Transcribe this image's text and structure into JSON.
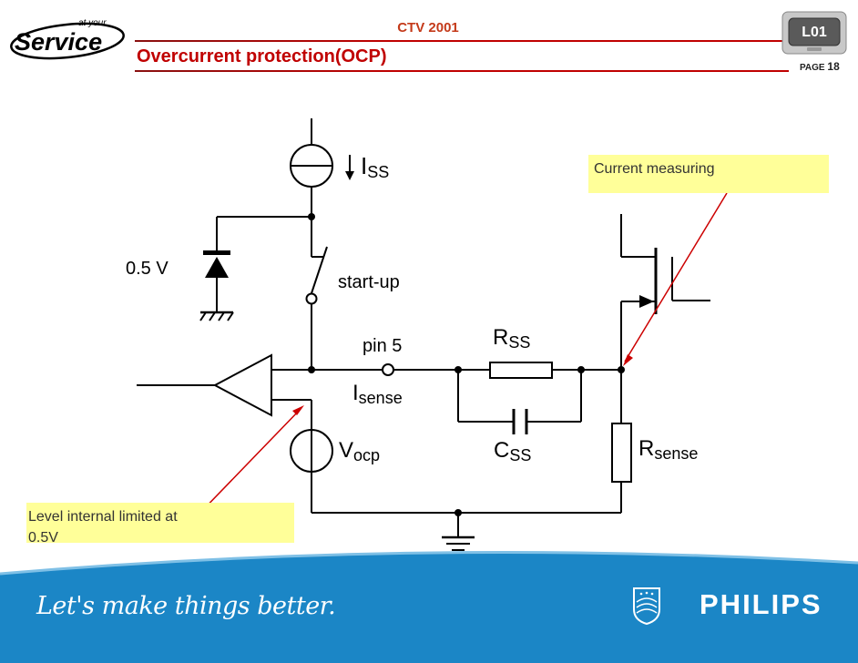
{
  "header": {
    "logo_small": "at your",
    "logo_main": "Service",
    "top_title": "CTV 2001",
    "title": "Overcurrent protection(OCP)",
    "badge": "L01",
    "page_label": "PAGE",
    "page_number": "18"
  },
  "circuit": {
    "iss": {
      "main": "I",
      "sub": "SS"
    },
    "voltage": "0.5 V",
    "startup": "start-up",
    "pin": "pin 5",
    "isense": {
      "main": "I",
      "sub": "sense"
    },
    "rss": {
      "main": "R",
      "sub": "SS"
    },
    "css": {
      "main": "C",
      "sub": "SS"
    },
    "vocp": {
      "main": "V",
      "sub": "ocp"
    },
    "rsense": {
      "main": "R",
      "sub": "sense"
    }
  },
  "callouts": {
    "current": "Current measuring",
    "level_line1": "Level internal limited at",
    "level_line2": "0.5V"
  },
  "footer": {
    "slogan": "Let's make things better.",
    "brand": "PHILIPS"
  },
  "colors": {
    "title_red": "#c00000",
    "callout_yellow": "#ffff99",
    "footer_blue": "#1b86c6",
    "arrow_red": "#cc0000"
  }
}
